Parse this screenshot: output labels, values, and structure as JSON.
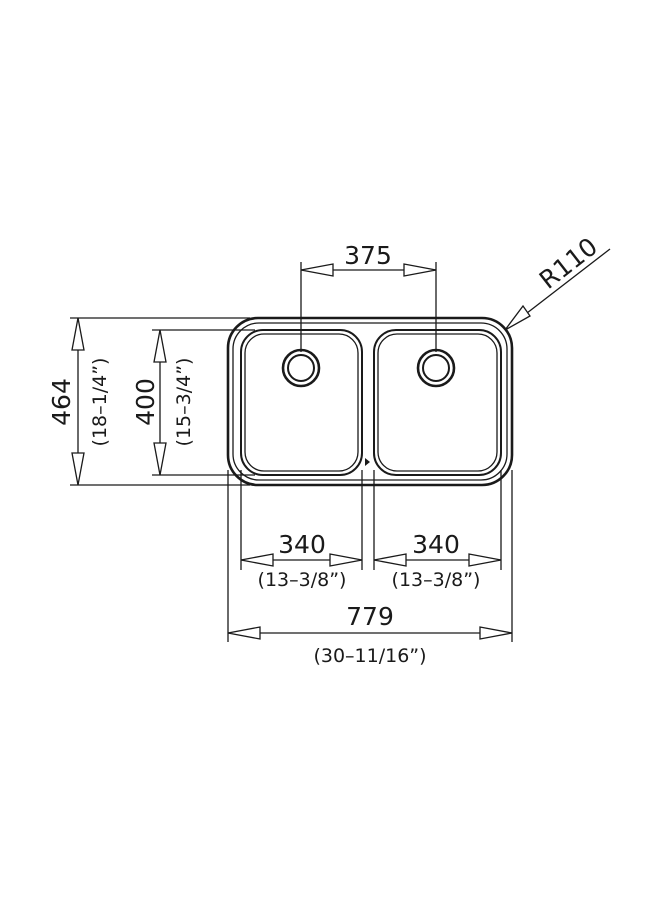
{
  "dimensions": {
    "overall_width": {
      "mm": "779",
      "inch": "(30–11/16”)"
    },
    "bowl_left_width": {
      "mm": "340",
      "inch": "(13–3/8”)"
    },
    "bowl_right_width": {
      "mm": "340",
      "inch": "(13–3/8”)"
    },
    "drain_spacing": {
      "mm": "375"
    },
    "corner_radius": {
      "label": "R110"
    },
    "overall_depth": {
      "mm": "464",
      "inch": "(18–1/4”)"
    },
    "bowl_depth": {
      "mm": "400",
      "inch": "(15–3/4”)"
    }
  },
  "colors": {
    "line": "#1a1a1a",
    "background": "#ffffff"
  }
}
